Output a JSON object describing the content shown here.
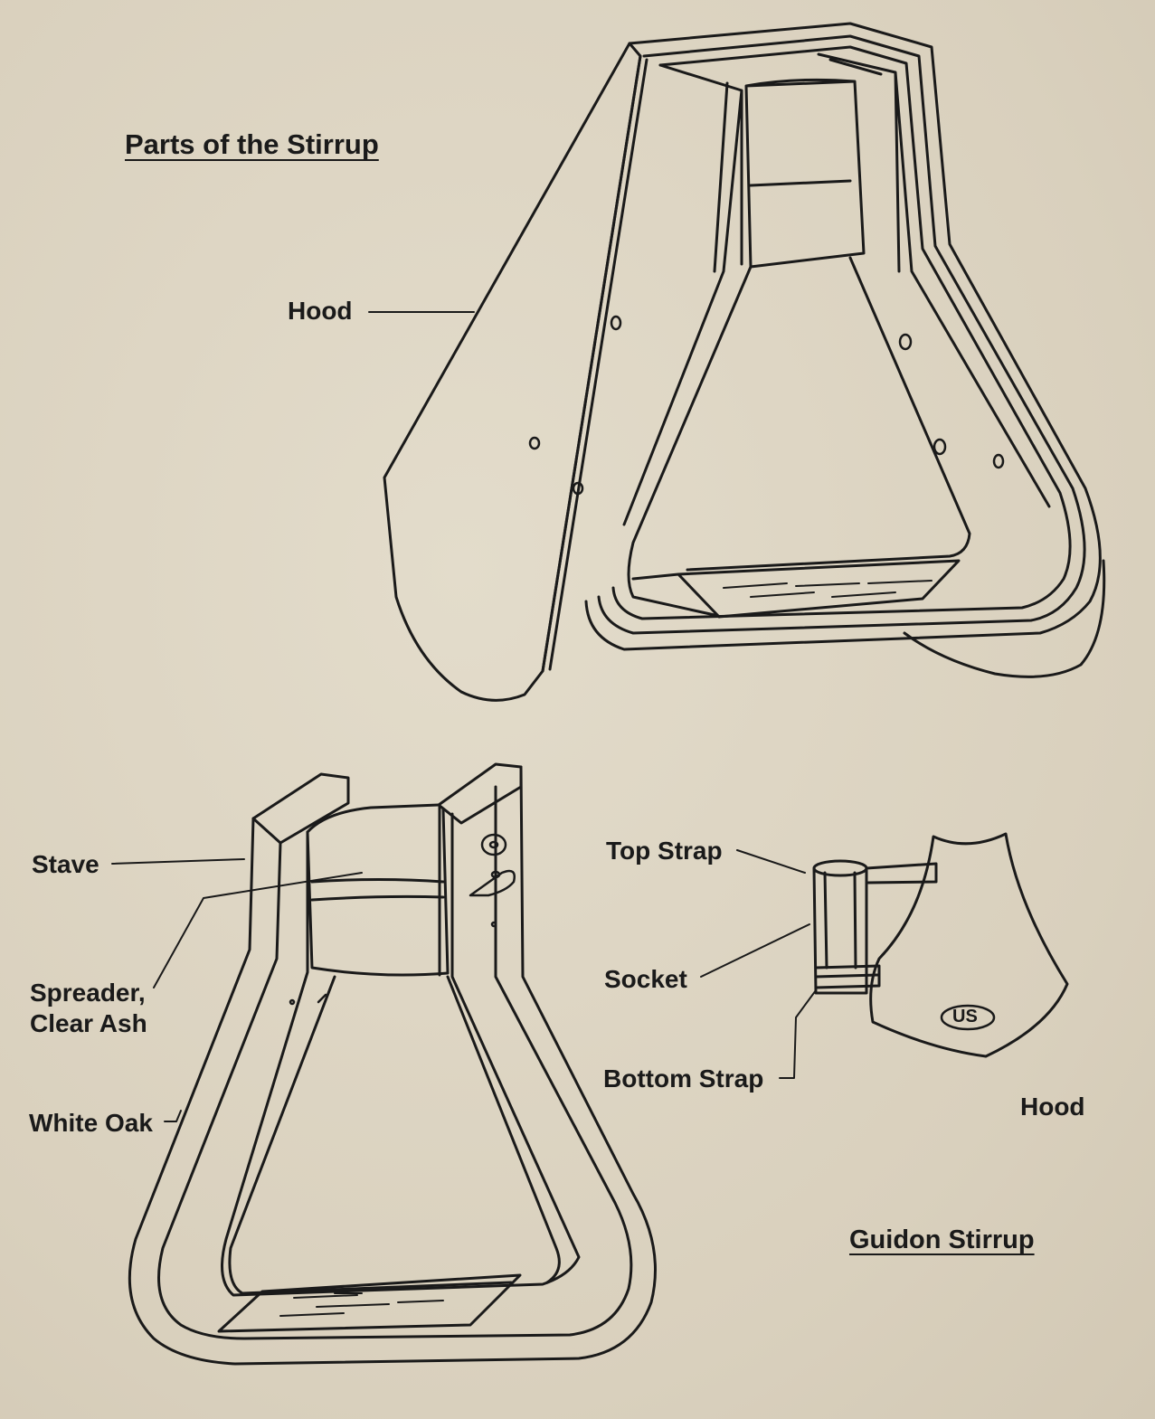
{
  "title": "Parts of the Stirrup",
  "subtitle": "Guidon Stirrup",
  "labels": {
    "hood_top": "Hood",
    "stave": "Stave",
    "spreader_line1": "Spreader,",
    "spreader_line2": "Clear Ash",
    "white_oak": "White Oak",
    "top_strap": "Top Strap",
    "socket": "Socket",
    "bottom_strap": "Bottom Strap",
    "hood_bottom": "Hood"
  },
  "hood_marking": "US",
  "colors": {
    "paper": "#dcd3c2",
    "ink": "#1a1a1a"
  }
}
